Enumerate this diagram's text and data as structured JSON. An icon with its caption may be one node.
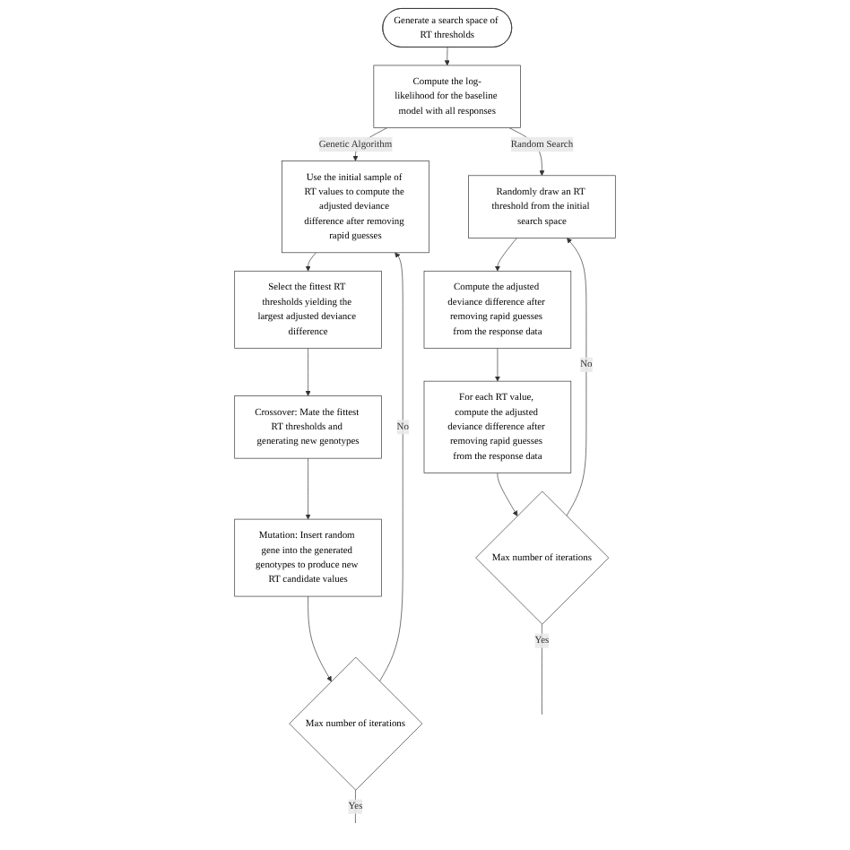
{
  "diagram": {
    "nodes": [
      {
        "text": [
          "Generate a search space of RT thresholds"
        ]
      },
      {
        "text": [
          "Compute the log-likelihood for the baseline model with all responses"
        ]
      },
      {
        "text": [
          "Randomly draw an RT threshold from the initial search space"
        ]
      },
      {
        "text": [
          "Compute the adjusted deviance difference after removing rapid guesses from the response data"
        ]
      },
      {
        "text": [
          "For each RT value, compute the adjusted deviance difference after removing rapid guesses from the response data"
        ]
      },
      {
        "text": [
          "Max number of iterations"
        ]
      },
      {
        "text": [
          "Use the initial sample of RT values to compute the adjusted deviance difference after removing rapid guesses"
        ]
      },
      {
        "text": [
          "Select the fittest RT thresholds yielding the largest adjusted deviance difference"
        ]
      },
      {
        "text": [
          "Crossover: Mate the fittest RT thresholds and generating new genotypes"
        ]
      },
      {
        "text": [
          "Mutation: Insert random gene into the generated genotypes to produce new RT candidate values"
        ]
      },
      {
        "text": [
          "Max number of iterations"
        ]
      }
    ],
    "edges": [
      {
        "from": 0,
        "to": 1,
        "arrow": "to"
      },
      {
        "from": 1,
        "to": 2,
        "arrow": "to",
        "label": "Random Search"
      },
      {
        "from": 1,
        "to": 6,
        "arrow": "to",
        "label": "Genetic Algorithm"
      },
      {
        "from": 2,
        "to": 3,
        "arrow": "to"
      },
      {
        "from": 3,
        "to": 4,
        "arrow": "to"
      },
      {
        "from": 4,
        "to": 5,
        "arrow": "to"
      },
      {
        "from": 5,
        "to": 2,
        "arrow": "to",
        "label": "No"
      },
      {
        "from": 5,
        "to": null,
        "arrow": "none",
        "label": "Yes"
      },
      {
        "from": 6,
        "to": 7,
        "arrow": "to"
      },
      {
        "from": 7,
        "to": 8,
        "arrow": "to"
      },
      {
        "from": 8,
        "to": 9,
        "arrow": "to"
      },
      {
        "from": 9,
        "to": 10,
        "arrow": "to"
      },
      {
        "from": 10,
        "to": 6,
        "arrow": "to",
        "label": "No"
      },
      {
        "from": 10,
        "to": null,
        "arrow": "none",
        "label": "Yes"
      }
    ]
  }
}
